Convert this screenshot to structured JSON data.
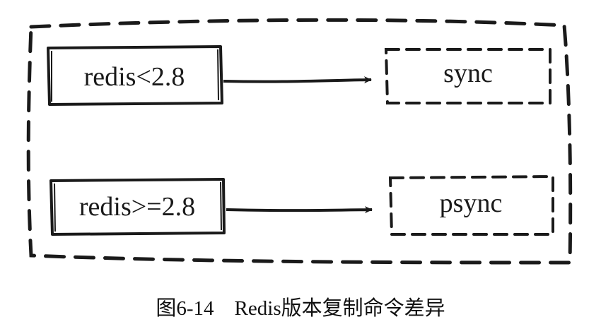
{
  "diagram": {
    "rows": [
      {
        "condition": "redis<2.8",
        "command": "sync"
      },
      {
        "condition": "redis>=2.8",
        "command": "psync"
      }
    ]
  },
  "caption": {
    "figure_number": "图6-14",
    "title": "Redis版本复制命令差异"
  },
  "colors": {
    "ink": "#1a1a1a",
    "background": "#ffffff"
  }
}
